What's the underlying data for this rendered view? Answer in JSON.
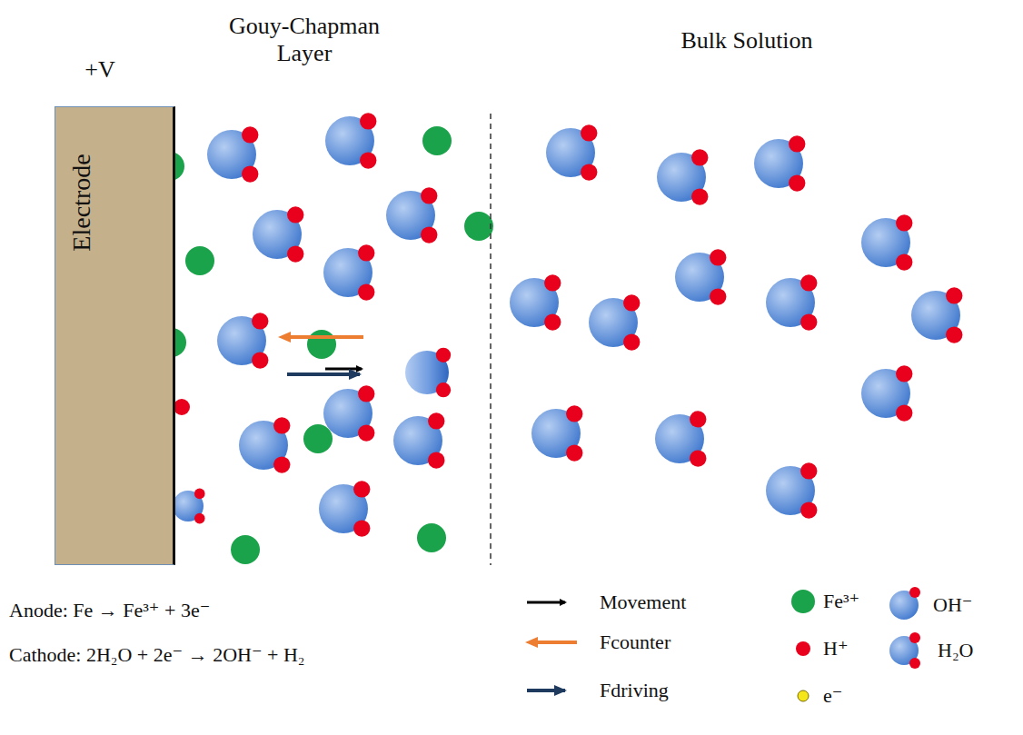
{
  "diagram": {
    "nodes": [
      {
        "text": [
          "Electrode"
        ]
      }
    ],
    "labels": [
      "+V",
      "Gouy-Chapman Layer",
      "Bulk Solution",
      "Anode: Fe → Fe³⁺ + 3e⁻",
      "Cathode: 2H₂O + 2e⁻ → 2OH⁻ + H₂"
    ],
    "legend": [
      {
        "text": "Movement"
      },
      {
        "text": "Fcounter"
      },
      {
        "text": "Fdriving"
      },
      {
        "text": "Fe³⁺",
        "color": "#1aa34a"
      },
      {
        "text": "OH⁻"
      },
      {
        "text": "H⁺",
        "color": "#e8001c"
      },
      {
        "text": "H₂O"
      },
      {
        "text": "e⁻",
        "color": "#f5e51b"
      }
    ]
  }
}
